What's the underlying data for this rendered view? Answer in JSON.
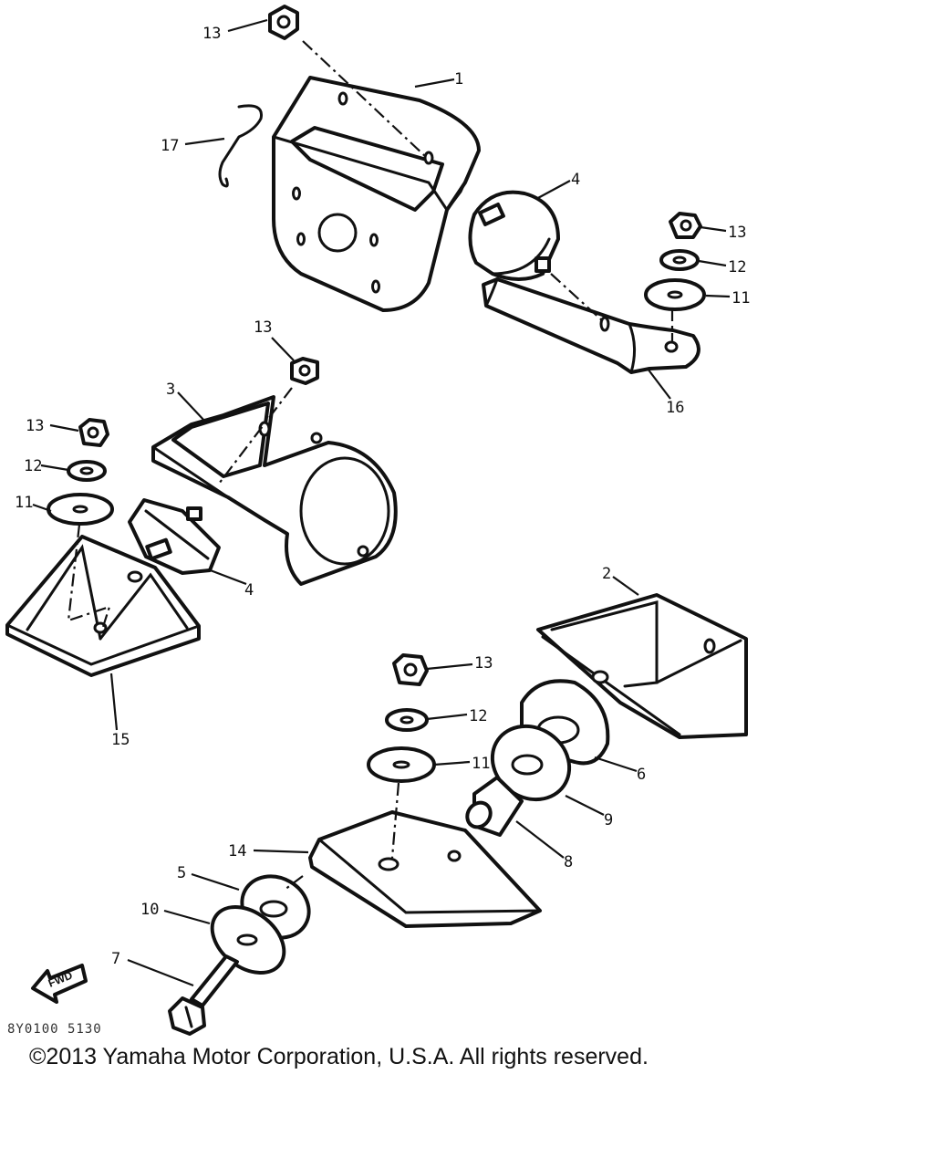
{
  "callouts": {
    "c1": "1",
    "c2": "2",
    "c3": "3",
    "c4a": "4",
    "c4b": "4",
    "c5": "5",
    "c6": "6",
    "c7": "7",
    "c8": "8",
    "c9": "9",
    "c10": "10",
    "c11a": "11",
    "c11b": "11",
    "c11c": "11",
    "c12a": "12",
    "c12b": "12",
    "c12c": "12",
    "c13a": "13",
    "c13b": "13",
    "c13c": "13",
    "c13d": "13",
    "c13e": "13",
    "c14": "14",
    "c15": "15",
    "c16": "16",
    "c17": "17"
  },
  "fwd_label": "FWD",
  "diagram_code": "8Y0100 5130",
  "copyright": "©2013 Yamaha Motor Corporation, U.S.A. All rights reserved.",
  "colors": {
    "line": "#111111",
    "background": "#ffffff"
  }
}
